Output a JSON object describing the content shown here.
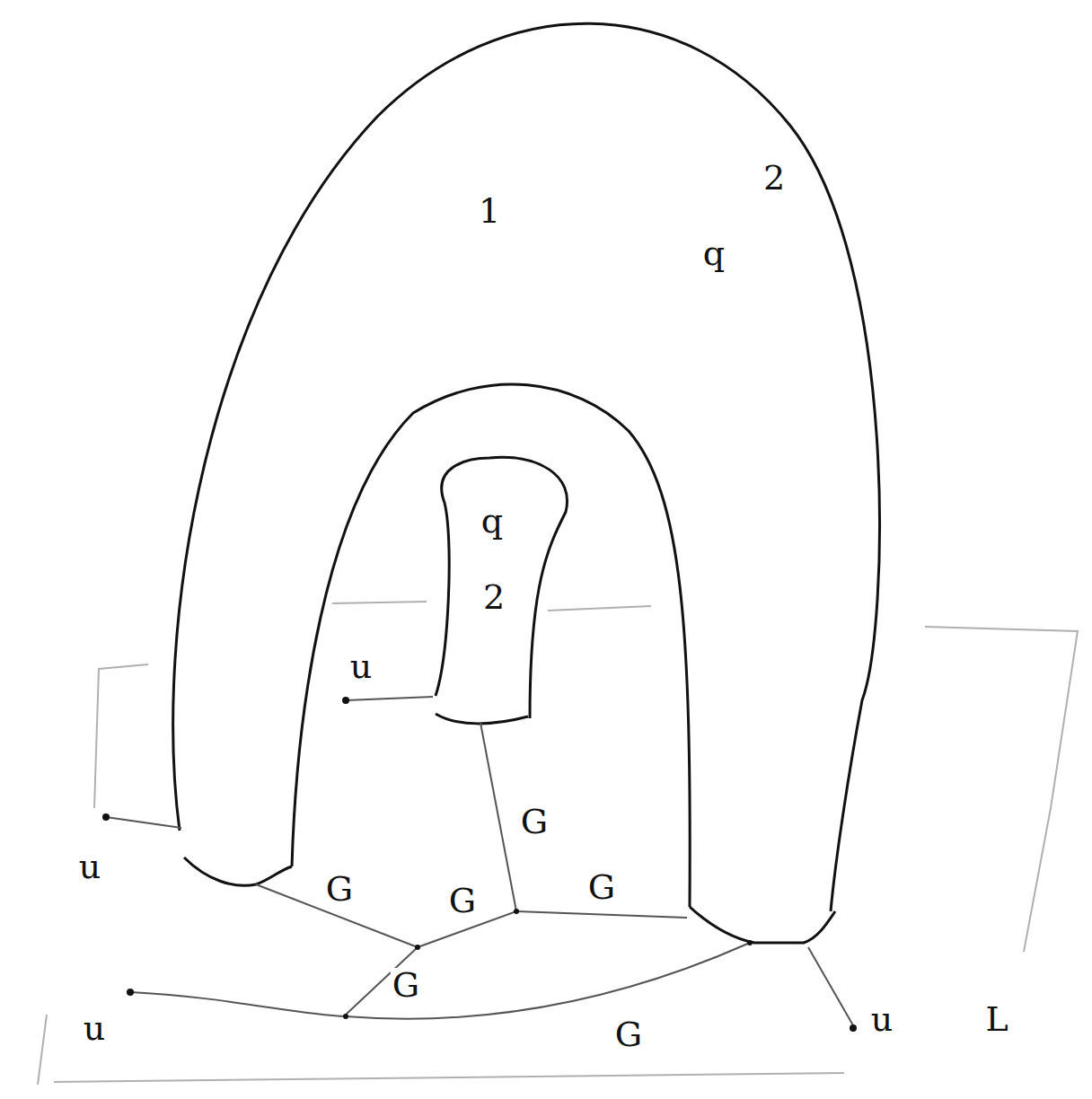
{
  "diagram": {
    "labels": [
      "1",
      "q",
      "2",
      "q",
      "2",
      "u",
      "G",
      "u",
      "G",
      "G",
      "G",
      "G",
      "L",
      "u",
      "u",
      "G"
    ]
  }
}
